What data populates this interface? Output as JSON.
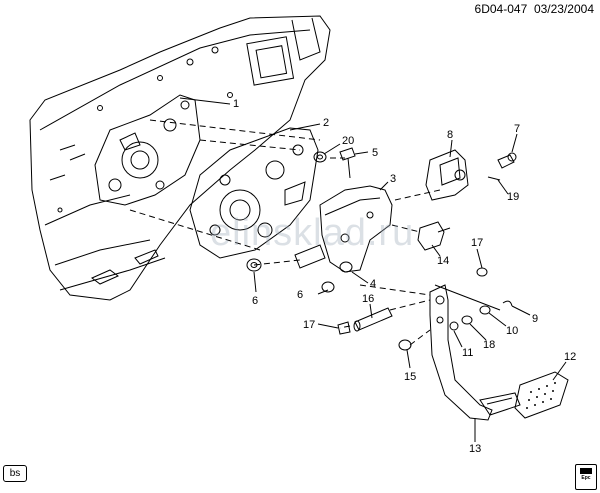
{
  "header": {
    "diagram_code": "6D04-047",
    "date": "03/23/2004"
  },
  "footer": {
    "badge_label": "bs",
    "logo_text": [
      "Epc"
    ]
  },
  "watermark": "elinsklad.ru",
  "callouts": [
    "1",
    "2",
    "3",
    "4",
    "5",
    "6",
    "6",
    "7",
    "8",
    "9",
    "10",
    "11",
    "12",
    "13",
    "14",
    "15",
    "16",
    "17",
    "17",
    "18",
    "19",
    "20"
  ]
}
